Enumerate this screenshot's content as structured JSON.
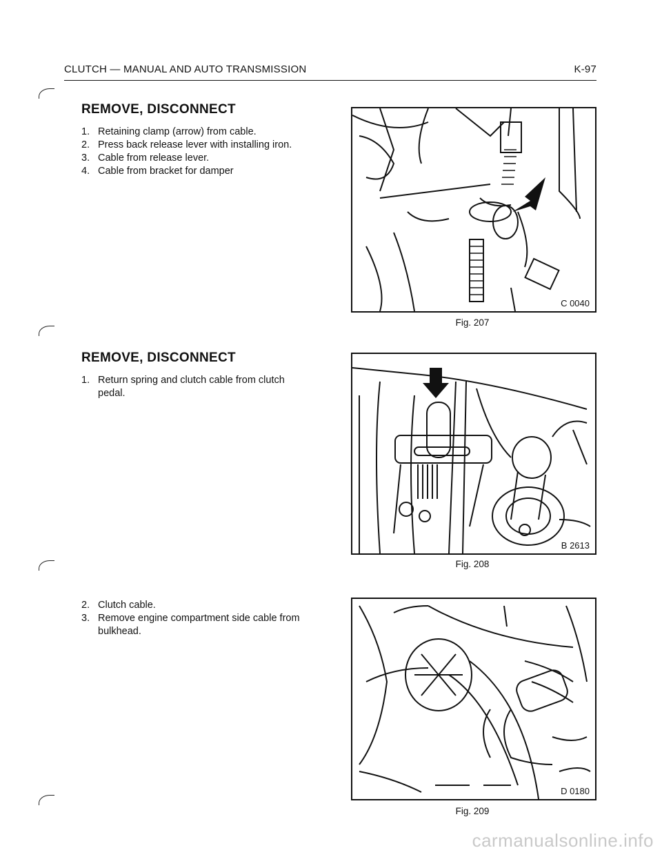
{
  "header": {
    "title": "CLUTCH — MANUAL AND AUTO TRANSMISSION",
    "page": "K-97"
  },
  "sections": [
    {
      "heading": "REMOVE, DISCONNECT",
      "items": [
        {
          "num": "1.",
          "text": "Retaining clamp (arrow) from cable."
        },
        {
          "num": "2.",
          "text": "Press back release lever with installing iron."
        },
        {
          "num": "3.",
          "text": "Cable from release lever."
        },
        {
          "num": "4.",
          "text": "Cable from bracket for damper"
        }
      ]
    },
    {
      "heading": "REMOVE, DISCONNECT",
      "items": [
        {
          "num": "1.",
          "text": "Return spring and clutch cable from clutch pedal."
        }
      ]
    },
    {
      "heading": "",
      "items": [
        {
          "num": "2.",
          "text": "Clutch cable."
        },
        {
          "num": "3.",
          "text": "Remove engine compartment side cable from bulkhead."
        }
      ]
    }
  ],
  "figures": [
    {
      "code": "C 0040",
      "caption": "Fig. 207",
      "icon": "clutch-cable-clamp-illustration"
    },
    {
      "code": "B 2613",
      "caption": "Fig. 208",
      "icon": "clutch-pedal-spring-illustration"
    },
    {
      "code": "D 0180",
      "caption": "Fig. 209",
      "icon": "bulkhead-cable-illustration"
    }
  ],
  "watermark": "carmanualsonline.info"
}
